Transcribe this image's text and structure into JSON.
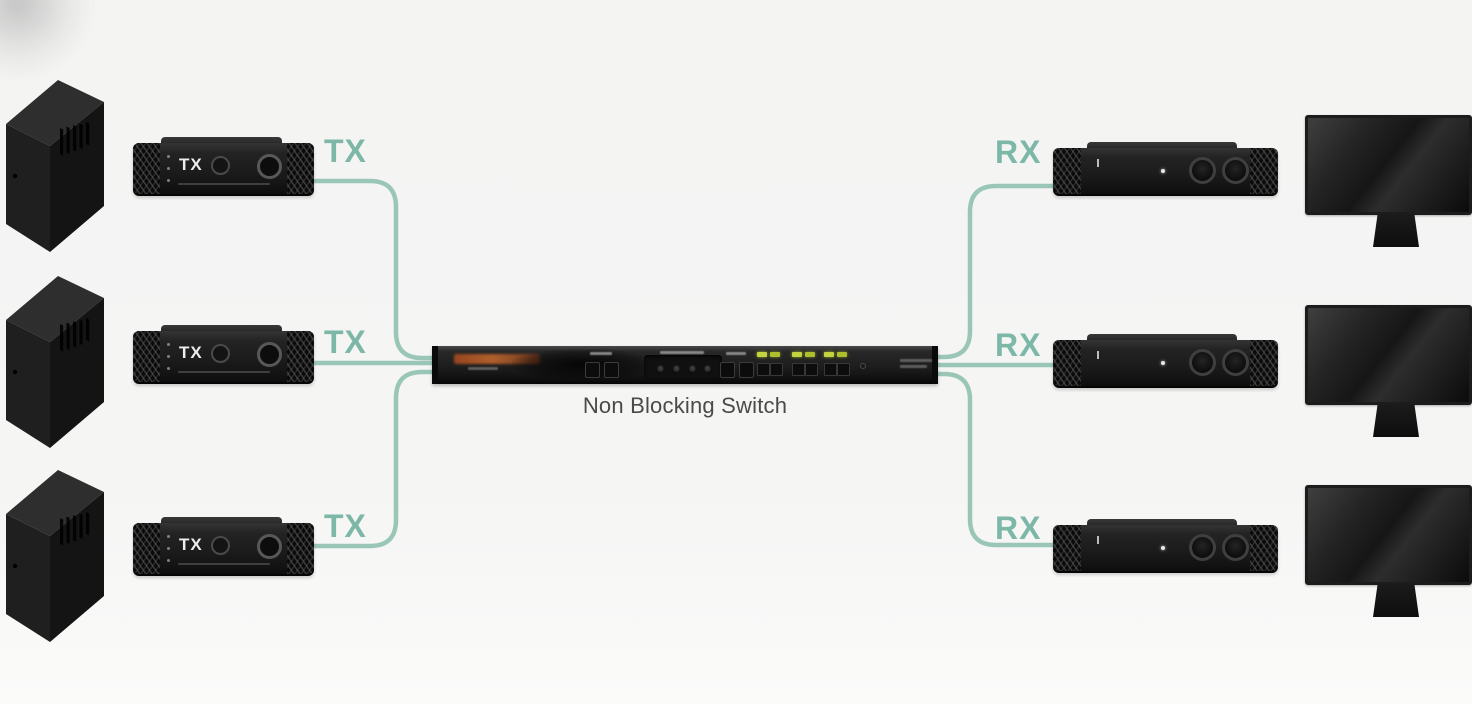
{
  "scene": {
    "caption": "Non Blocking Switch"
  },
  "tx_units": [
    {
      "front_label": "TX",
      "cable_label": "TX"
    },
    {
      "front_label": "TX",
      "cable_label": "TX"
    },
    {
      "front_label": "TX",
      "cable_label": "TX"
    }
  ],
  "rx_units": [
    {
      "cable_label": "RX"
    },
    {
      "cable_label": "RX"
    },
    {
      "cable_label": "RX"
    }
  ],
  "colors": {
    "background": "#f5f5f4",
    "cable": "#9ac6b8",
    "cable_label_teal": "#7db7a8",
    "device_black": "#1c1c1c",
    "led_green": "#c3d43e",
    "brand_orange": "#b9571f",
    "caption_gray": "#4a4a4a"
  }
}
